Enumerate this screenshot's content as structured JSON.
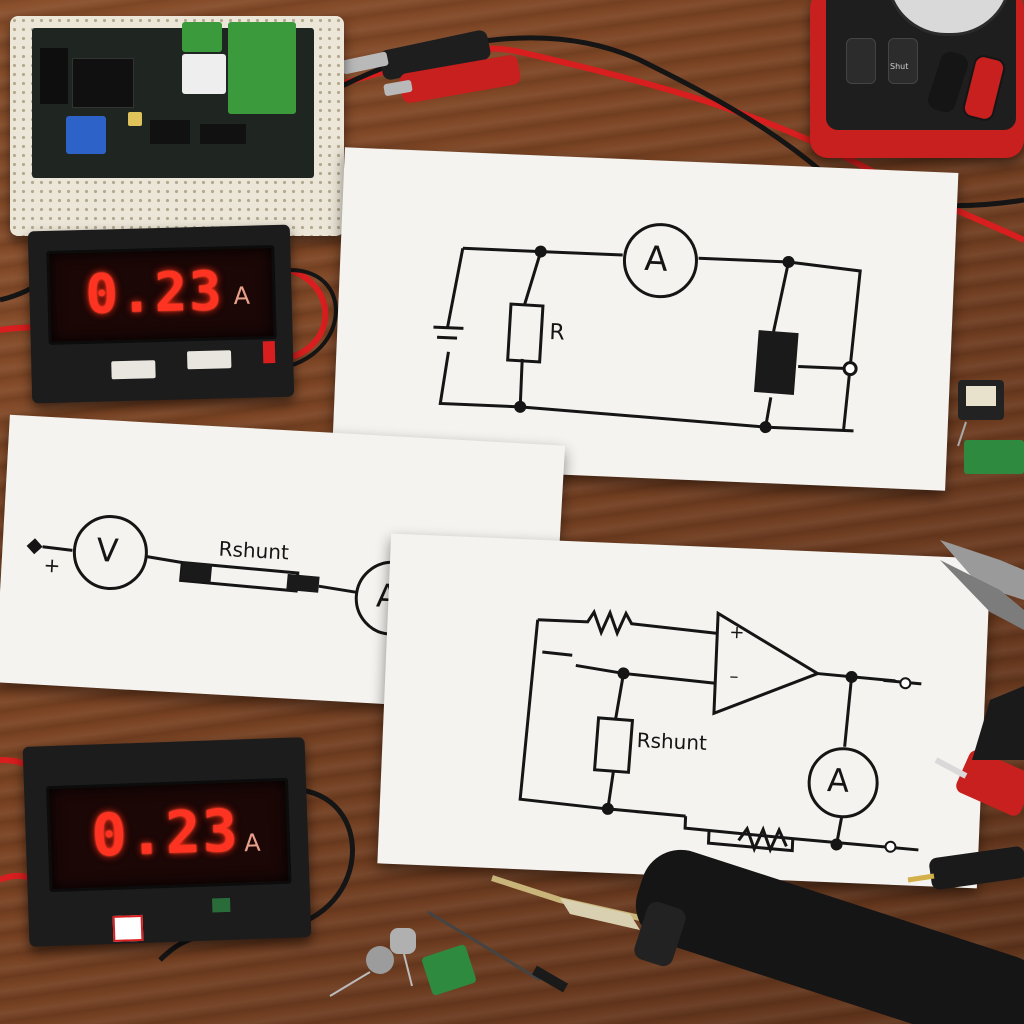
{
  "meters": {
    "top": {
      "reading": "0.23",
      "unit": "A"
    },
    "bottom": {
      "reading": "0.23",
      "unit": "A"
    }
  },
  "multimeter": {
    "key_label": "Shut"
  },
  "schematic_1": {
    "ammeter_symbol": "A",
    "resistor_label": "R"
  },
  "schematic_2": {
    "voltmeter_symbol": "V",
    "plus_sign": "+",
    "shunt_label": "Rshunt",
    "ammeter_symbol": "A"
  },
  "schematic_3": {
    "plus_sign": "+",
    "minus_sign": "–",
    "shunt_label": "Rshunt",
    "ammeter_symbol": "A"
  },
  "colors": {
    "wood": "#7a4323",
    "wire_red": "#d81e1e",
    "led_red": "#ff3322",
    "paper": "#f4f3ef",
    "ink": "#151515"
  },
  "icons": [
    "ammeter-symbol",
    "voltmeter-symbol",
    "resistor-symbol",
    "battery-symbol",
    "op-amp-symbol",
    "soldering-iron",
    "pliers",
    "multimeter"
  ]
}
